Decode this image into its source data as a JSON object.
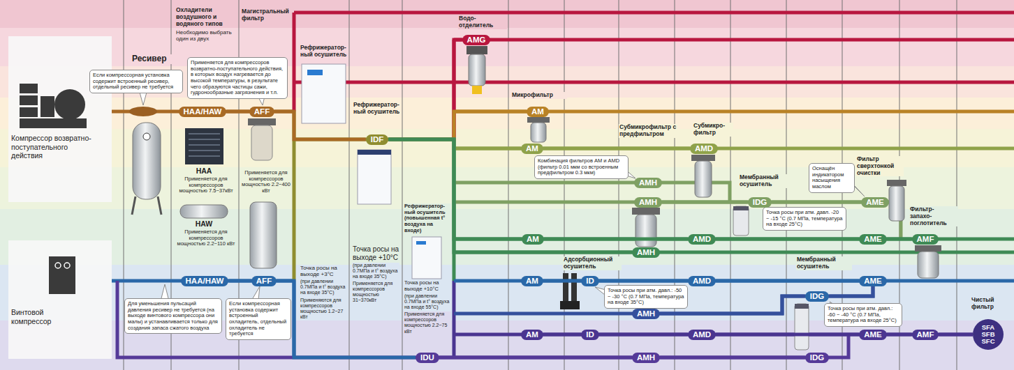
{
  "diagram": {
    "nodes": [
      {
        "text": [
          "Компрессор возвратно-поступательного действия"
        ]
      },
      {
        "text": [
          "Винтовой компрессор"
        ]
      },
      {
        "text": [
          "Если компрессорная установка содержит встроенный ресивер, отдельный ресивер не требуется"
        ]
      },
      {
        "text": [
          "Применяется для компрессоров возвратно-поступательного действия, в которых воздух нагревается до высокой температуры, в результате чего образуются частицы сажи, гудронообразные загрязнения и т.п."
        ]
      },
      {
        "text": [
          "Для уменьшения пульсаций давления ресивер не требуется (на выходе винтового компрессора они малы) и устанавливается только для создания запаса сжатого воздуха"
        ]
      },
      {
        "text": [
          "Если компрессорная установка содержит встроенный охладитель, отдельный охладитель не требуется"
        ]
      },
      {
        "text": [
          "Комбинация фильтров AM и AMD (фильтр 0.01 мкм со встроенным предфильтром 0.3 мкм)"
        ]
      },
      {
        "text": [
          "Оснащён индикатором насыщения маслом"
        ]
      },
      {
        "text": [
          "Точка росы при атм. давл. -20 ~ -15 °C (0.7 МПа, температура на входе 25°C)"
        ]
      },
      {
        "text": [
          "Точка росы при атм. давл.: -50 ~ -30 °C (0.7 МПа, температура на входе 35°C)"
        ]
      },
      {
        "text": [
          "Точка росы при атм. давл.: -60 ~ -40 °C (0.7 МПа, температура на входе 25°C)"
        ]
      },
      {
        "text": [
          "HAA/HAW"
        ]
      },
      {
        "text": [
          "AFF"
        ]
      },
      {
        "text": [
          "HAA/HAW"
        ]
      },
      {
        "text": [
          "AFF"
        ]
      },
      {
        "text": [
          "AMG"
        ]
      },
      {
        "text": [
          "IDF"
        ]
      },
      {
        "text": [
          "AM"
        ]
      },
      {
        "text": [
          "AM"
        ]
      },
      {
        "text": [
          "AMD"
        ]
      },
      {
        "text": [
          "AMH"
        ]
      },
      {
        "text": [
          "AMH"
        ]
      },
      {
        "text": [
          "IDG"
        ]
      },
      {
        "text": [
          "AME"
        ]
      },
      {
        "text": [
          "AM"
        ]
      },
      {
        "text": [
          "AMD"
        ]
      },
      {
        "text": [
          "AME"
        ]
      },
      {
        "text": [
          "AMF"
        ]
      },
      {
        "text": [
          "AMH"
        ]
      },
      {
        "text": [
          "AM"
        ]
      },
      {
        "text": [
          "ID"
        ]
      },
      {
        "text": [
          "AMD"
        ]
      },
      {
        "text": [
          "AME"
        ]
      },
      {
        "text": [
          "IDG"
        ]
      },
      {
        "text": [
          "AMH"
        ]
      },
      {
        "text": [
          "AM"
        ]
      },
      {
        "text": [
          "ID"
        ]
      },
      {
        "text": [
          "AMD"
        ]
      },
      {
        "text": [
          "AME"
        ]
      },
      {
        "text": [
          "AMF"
        ]
      },
      {
        "text": [
          "SFA SFB SFC"
        ]
      },
      {
        "text": [
          "IDU"
        ]
      },
      {
        "text": [
          "AMH"
        ]
      },
      {
        "text": [
          "IDG"
        ]
      }
    ],
    "edges": [
      {
        "from": 11,
        "to": 12,
        "arrow": "none"
      },
      {
        "from": 13,
        "to": 14,
        "arrow": "none"
      },
      {
        "from": 12,
        "to": 16,
        "arrow": "none"
      },
      {
        "from": 14,
        "to": 41,
        "arrow": "none"
      },
      {
        "from": 16,
        "to": 15,
        "arrow": "none"
      },
      {
        "from": 16,
        "to": 17,
        "arrow": "none"
      },
      {
        "from": 16,
        "to": 18,
        "arrow": "none"
      },
      {
        "from": 16,
        "to": 24,
        "arrow": "none"
      },
      {
        "from": 16,
        "to": 28,
        "arrow": "none"
      },
      {
        "from": 18,
        "to": 19,
        "arrow": "none"
      },
      {
        "from": 21,
        "to": 22,
        "arrow": "none"
      },
      {
        "from": 22,
        "to": 23,
        "arrow": "none"
      },
      {
        "from": 24,
        "to": 25,
        "arrow": "none"
      },
      {
        "from": 25,
        "to": 26,
        "arrow": "none"
      },
      {
        "from": 26,
        "to": 27,
        "arrow": "none"
      },
      {
        "from": 29,
        "to": 30,
        "arrow": "none"
      },
      {
        "from": 30,
        "to": 31,
        "arrow": "none"
      },
      {
        "from": 31,
        "to": 32,
        "arrow": "none"
      },
      {
        "from": 34,
        "to": 33,
        "arrow": "none"
      },
      {
        "from": 33,
        "to": 32,
        "arrow": "none"
      },
      {
        "from": 35,
        "to": 36,
        "arrow": "none"
      },
      {
        "from": 36,
        "to": 37,
        "arrow": "none"
      },
      {
        "from": 37,
        "to": 38,
        "arrow": "none"
      },
      {
        "from": 38,
        "to": 39,
        "arrow": "none"
      },
      {
        "from": 39,
        "to": 40,
        "arrow": "none"
      },
      {
        "from": 41,
        "to": 42,
        "arrow": "none"
      },
      {
        "from": 42,
        "to": 43,
        "arrow": "none"
      }
    ],
    "labels": [
      "Ресивер",
      "Охладители воздушного и водяного типов",
      "Необходимо выбрать один из двух",
      "Магистральный фильтр",
      "Рефрижератор- ный осушитель",
      "Рефрижератор- ный осушитель",
      "Рефрижератор- ный осушитель (повышенная t° воздуха на входе)",
      "Водо- отделитель",
      "Микрофильтр",
      "Субмикрофильтр с предфильтром",
      "Субмикро- фильтр",
      "Мембранный осушитель",
      "Фильтр сверхтонкой очистки",
      "Фильтр- запахо- поглотитель",
      "Адсорбционный осушитель",
      "Мембранный осушитель",
      "Чистый фильтр",
      "HAA",
      "Применяется для компрессоров мощностью 7.5~37кВт",
      "HAW",
      "Применяется для компрессоров мощностью 2.2~110 кВт",
      "Применяется для компрессоров мощностью 2.2~400 кВт",
      "Точка росы на выходе +3°C",
      "(при давлении 0.7МПа и t° воздуха на входе 35°C)",
      "Применяются для компрессоров мощностью 1.2~27 кВт",
      "Точка росы на выходе +10°C",
      "(при давлении 0.7МПа и t° воздуха на входе 35°C)",
      "Применяется для компрессоров мощностью 31~370кВт",
      "Точка росы на выходе +10°C",
      "(при давлении 0.7МПа и t° воздуха на входе 55°C)",
      "Применяется для компрессоров мощностью 2.2~75 кВт"
    ]
  }
}
